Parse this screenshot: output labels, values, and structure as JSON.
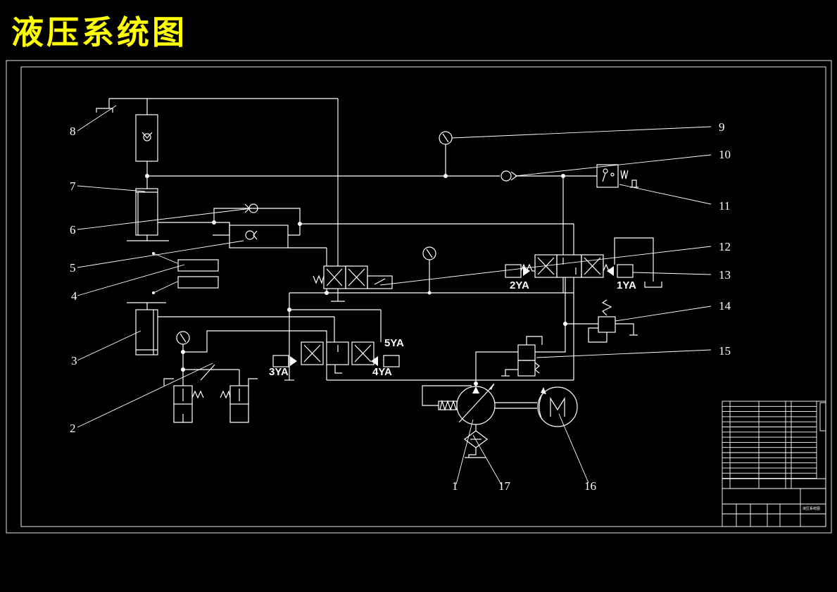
{
  "title": "液压系统图",
  "colors": {
    "background": "#000000",
    "lines": "#ffffff",
    "title": "#ffff00"
  },
  "part_numbers": [
    "1",
    "2",
    "3",
    "4",
    "5",
    "6",
    "7",
    "8",
    "9",
    "10",
    "11",
    "12",
    "13",
    "14",
    "15",
    "16",
    "17"
  ],
  "solenoids": [
    "1YA",
    "2YA",
    "3YA",
    "4YA",
    "5YA"
  ],
  "title_block": {
    "drawing_name": "液压系统图"
  }
}
